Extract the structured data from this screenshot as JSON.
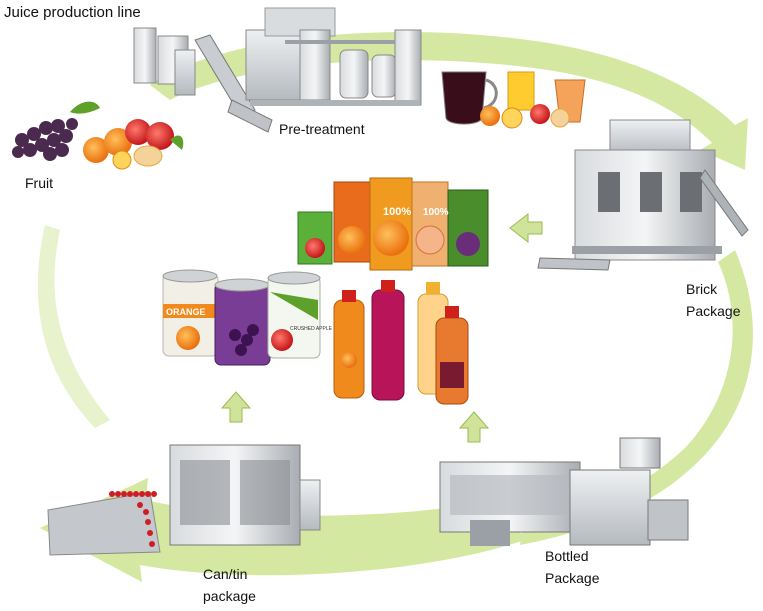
{
  "title": "Juice production line",
  "labels": {
    "fruit": "Fruit",
    "pretreatment": "Pre-treatment",
    "brick": [
      "Brick",
      "Package"
    ],
    "bottled": [
      "Bottled",
      "Package"
    ],
    "can": [
      "Can/tin",
      "package"
    ]
  },
  "product_text": {
    "carton": "100%",
    "can_orange": "ORANGE",
    "can_apple": "CRUSHED APPLE"
  },
  "colors": {
    "arrow": "#cfe39a",
    "arrow_dark": "#a9cc5a",
    "steel": "#c9ccd0",
    "orange": "#f08a1c",
    "grape": "#6a2d7a"
  },
  "icons": [
    "cycle-arrow",
    "small-arrow",
    "machine",
    "fruit",
    "carton",
    "can",
    "bottle"
  ]
}
